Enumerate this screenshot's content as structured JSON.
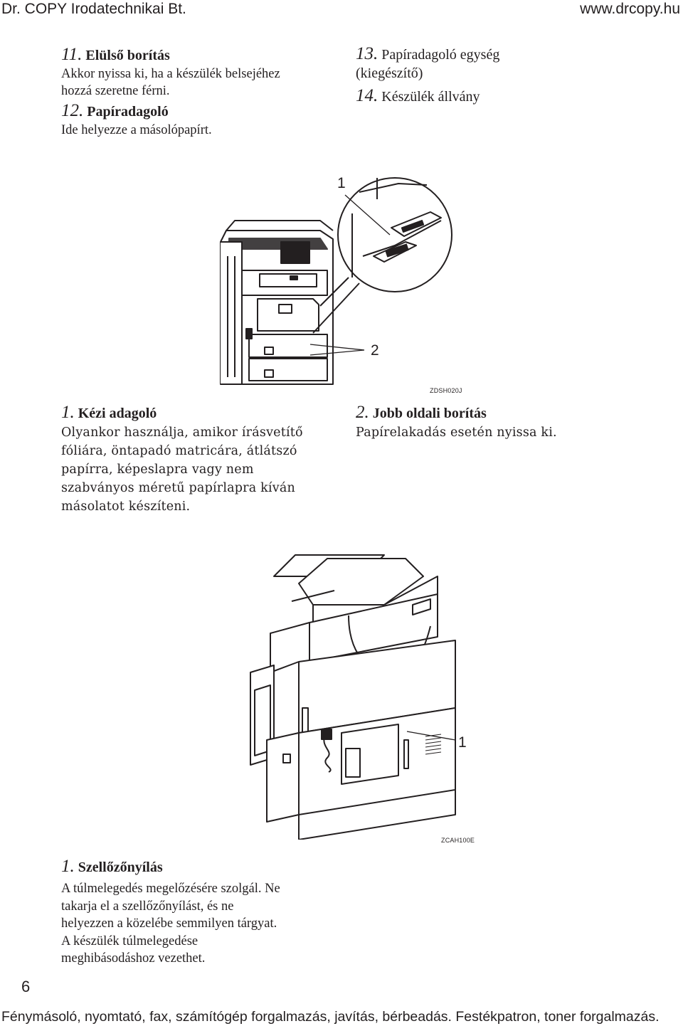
{
  "header": {
    "left": "Dr. COPY Irodatechnikai Bt.",
    "right": "www.drcopy.hu"
  },
  "top_left_items": [
    {
      "num": "11.",
      "title": "Elülső borítás",
      "lines": [
        "Akkor nyissa ki, ha a készülék belsejéhez",
        "hozzá szeretne férni."
      ]
    },
    {
      "num": "12.",
      "title": "Papíradagoló",
      "lines": [
        "Ide helyezze a másolópapírt."
      ]
    }
  ],
  "top_right_items": [
    {
      "num": "13.",
      "title_lines": [
        "Papíradagoló egység",
        "(kiegészítő)"
      ]
    },
    {
      "num": "14.",
      "title_lines": [
        "Készülék állvány"
      ]
    }
  ],
  "figure1": {
    "callouts": [
      "1",
      "2"
    ],
    "code": "ZDSH020J"
  },
  "figure1_items": [
    {
      "num": "1.",
      "title": "Kézi adagoló",
      "lines": [
        "Olyankor használja, amikor írásvetítő",
        "fóliára, öntapadó matricára, átlátszó",
        "papírra, képeslapra vagy nem",
        "szabványos méretű papírlapra kíván",
        "másolatot készíteni."
      ]
    },
    {
      "num": "2.",
      "title": "Jobb oldali borítás",
      "lines": [
        "Papírelakadás esetén nyissa ki."
      ]
    }
  ],
  "figure2": {
    "callouts": [
      "1"
    ],
    "code": "ZCAH100E"
  },
  "figure2_items": [
    {
      "num": "1.",
      "title": "Szellőzőnyílás",
      "lines": [
        "A túlmelegedés megelőzésére szolgál. Ne",
        "takarja el a szellőzőnyílást, és ne",
        "helyezzen a közelébe semmilyen tárgyat.",
        "A készülék túlmelegedése",
        "meghibásodáshoz vezethet."
      ]
    }
  ],
  "page_number": "6",
  "footer": "Fénymásoló, nyomtató, fax, számítógép forgalmazás, javítás, bérbeadás. Festékpatron, toner forgalmazás."
}
